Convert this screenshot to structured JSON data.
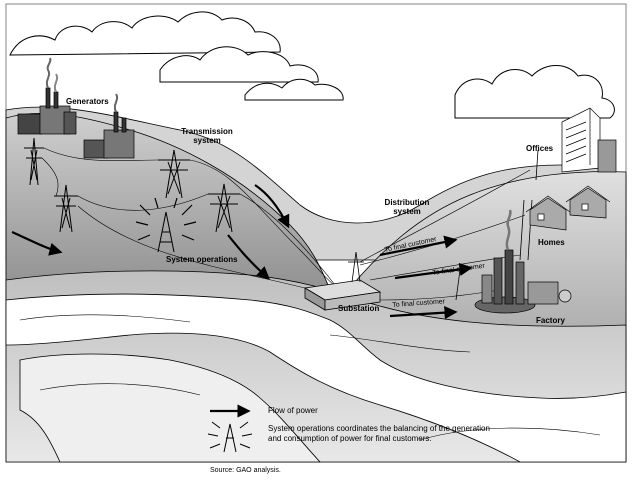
{
  "labels": {
    "generators": "Generators",
    "transmission": "Transmission\nsystem",
    "system_operations": "System operations",
    "substation": "Substation",
    "distribution": "Distribution\nsystem",
    "offices": "Offices",
    "homes": "Homes",
    "factory": "Factory",
    "to_final_customer": "To final customer"
  },
  "legend": {
    "flow": "Flow of power",
    "sysops": "System operations coordinates the balancing of the generation and consumption of power for final customers."
  },
  "source": "Source: GAO analysis.",
  "colors": {
    "sky": "#ffffff",
    "hill_dark": "#9a9a9a",
    "hill_mid": "#bdbdbd",
    "hill_light": "#dcdcdc",
    "water": "#ffffff",
    "ink": "#000000"
  }
}
